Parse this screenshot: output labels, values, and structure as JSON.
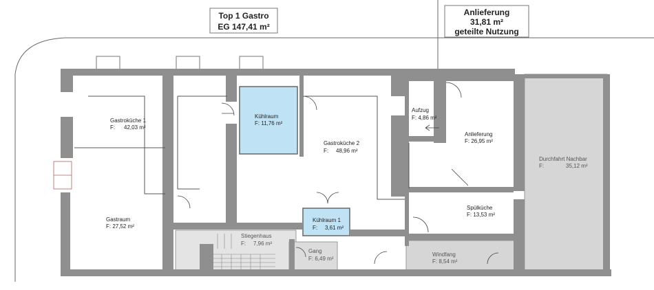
{
  "header": {
    "gastro_title": "Top 1 Gastro",
    "gastro_area": "EG 147,41 m²",
    "delivery_title": "Anlieferung",
    "delivery_area": "31,81 m²",
    "delivery_note": "geteilte Nutzung"
  },
  "area_prefix": "F:",
  "rooms": {
    "gastrokueche1": {
      "name": "Gastroküche 1",
      "area": "42,03 m²"
    },
    "kuehlraum": {
      "name": "Kühlraum",
      "area": "F: 11,76 m²"
    },
    "gastrokueche2": {
      "name": "Gastroküche 2",
      "area": "48,96 m²"
    },
    "aufzug": {
      "name": "Aufzug",
      "area": "F: 4,86 m²"
    },
    "anlieferung": {
      "name": "Anlieferung",
      "area": "F: 26,95 m²"
    },
    "durchfahrt": {
      "name": "Durchfahrt Nachbar",
      "area": "35,12 m²"
    },
    "gastraum": {
      "name": "Gastraum",
      "area": "F: 27,52 m²"
    },
    "kuehlraum1": {
      "name": "Kühlraum 1",
      "area": "3,61 m²"
    },
    "spuelkueche": {
      "name": "Spülküche",
      "area": "F: 13,53 m²"
    },
    "stiegenhaus": {
      "name": "Stiegenhaus",
      "area": "7,96 m²"
    },
    "gang": {
      "name": "Gang",
      "area": "F: 6,49 m²"
    },
    "windfang": {
      "name": "Windfang",
      "area": "F: 8,54 m²"
    }
  },
  "colors": {
    "wall": "#8f8f8f",
    "cold_room": "#bfe3f5",
    "shared_area": "#d6d6d6",
    "line": "#555555"
  }
}
